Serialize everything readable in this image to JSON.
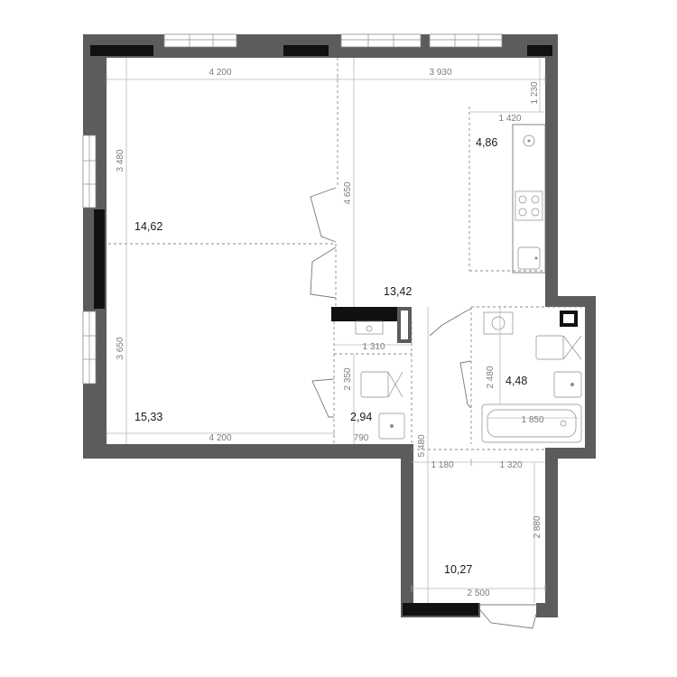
{
  "rooms": {
    "room1_area": "14,62",
    "room2_area": "15,33",
    "living_area": "13,42",
    "kitchen_area": "4,86",
    "bathroom_area": "4,48",
    "wc_area": "2,94",
    "hall_area": "10,27"
  },
  "dimensions": {
    "top_left_width": "4 200",
    "top_right_width": "3 930",
    "right_offset": "1 230",
    "kitchen_width": "1 420",
    "room1_height": "3 480",
    "living_height": "4 650",
    "room2_height": "3 650",
    "bottom_left_width": "4 200",
    "wc_width": "1 310",
    "wc_height": "2 350",
    "wc_depth": "790",
    "corridor_height": "5 480",
    "hall_width_a": "1 180",
    "hall_width_b": "1 320",
    "bath_height": "2 480",
    "tub_length": "1 850",
    "hall_height": "2 880",
    "hall_bottom_width": "2 500"
  }
}
